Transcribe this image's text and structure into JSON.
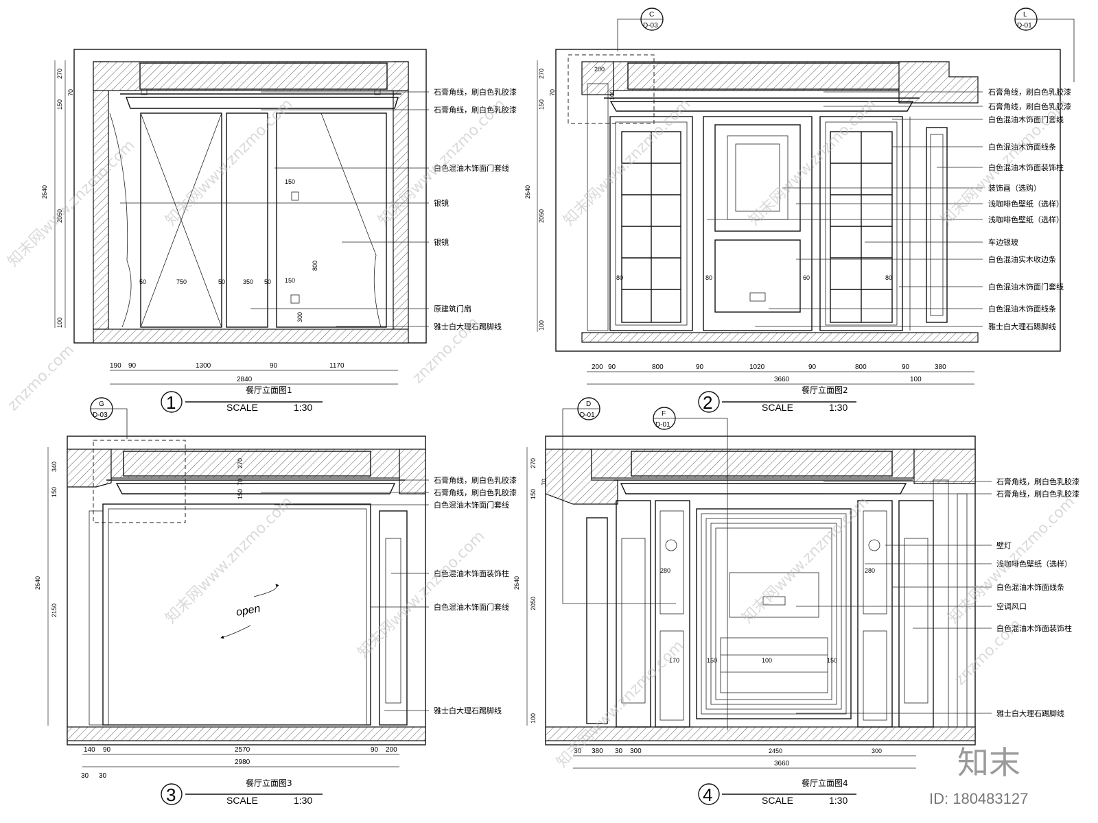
{
  "elevations": [
    {
      "number": "1",
      "title": "餐厅立面图1",
      "scale_word": "SCALE",
      "scale_value": "1:30",
      "h_dims": [
        "190",
        "90",
        "1300",
        "90",
        "1170"
      ],
      "total_width": "2840",
      "v_dims": [
        "270",
        "70",
        "150",
        "2050",
        "100"
      ],
      "v_total": "2640",
      "inner_dims": [
        "50",
        "750",
        "50",
        "350",
        "50",
        "150",
        "150",
        "300",
        "800"
      ],
      "notes": [
        "石膏角线，刷白色乳胶漆",
        "石膏角线，刷白色乳胶漆",
        "白色混油木饰面门套线",
        "银镜",
        "银镜",
        "原建筑门扇",
        "雅士白大理石踢脚线"
      ]
    },
    {
      "number": "2",
      "title": "餐厅立面图2",
      "scale_word": "SCALE",
      "scale_value": "1:30",
      "h_dims": [
        "200",
        "90",
        "800",
        "90",
        "1020",
        "90",
        "800",
        "90",
        "380"
      ],
      "total_width": "3660",
      "extra_dim": "100",
      "v_dims": [
        "270",
        "70",
        "150",
        "2050",
        "100"
      ],
      "v_total": "2640",
      "inner_dims": [
        "200",
        "100",
        "80",
        "80",
        "60",
        "80"
      ],
      "callouts": [
        {
          "letter": "C",
          "sheet": "D-03"
        },
        {
          "letter": "L",
          "sheet": "D-01"
        }
      ],
      "notes": [
        "石膏角线，刷白色乳胶漆",
        "石膏角线，刷白色乳胶漆",
        "白色混油木饰面门套线",
        "白色混油木饰面线条",
        "白色混油木饰面装饰柱",
        "装饰画（选购）",
        "浅咖啡色壁纸（选样）",
        "浅咖啡色壁纸（选样）",
        "车边银玻",
        "白色混油实木收边条",
        "白色混油木饰面门套线",
        "白色混油木饰面线条",
        "雅士白大理石踢脚线"
      ]
    },
    {
      "number": "3",
      "title": "餐厅立面图3",
      "scale_word": "SCALE",
      "scale_value": "1:30",
      "h_dims": [
        "140",
        "90",
        "2570",
        "90",
        "200"
      ],
      "h_dims_low": [
        "30",
        "30"
      ],
      "total_width": "2980",
      "v_dims": [
        "340",
        "150",
        "2150"
      ],
      "v_total": "2640",
      "inner_dims": [
        "270",
        "70",
        "150"
      ],
      "open_label": "open",
      "callouts": [
        {
          "letter": "G",
          "sheet": "D-03"
        }
      ],
      "notes": [
        "石膏角线，刷白色乳胶漆",
        "石膏角线，刷白色乳胶漆",
        "白色混油木饰面门套线",
        "白色混油木饰面装饰柱",
        "白色混油木饰面门套线",
        "雅士白大理石踢脚线"
      ]
    },
    {
      "number": "4",
      "title": "餐厅立面图4",
      "scale_word": "SCALE",
      "scale_value": "1:30",
      "h_dims": [
        "30",
        "380",
        "30",
        "300",
        "2450",
        "300"
      ],
      "total_width": "3660",
      "v_dims": [
        "270",
        "70",
        "150",
        "2050",
        "100"
      ],
      "v_total": "2640",
      "inner_dims": [
        "280",
        "280",
        "150",
        "150",
        "170",
        "100"
      ],
      "callouts": [
        {
          "letter": "D",
          "sheet": "D-01"
        },
        {
          "letter": "F",
          "sheet": "D-01"
        }
      ],
      "notes": [
        "石膏角线，刷白色乳胶漆",
        "石膏角线，刷白色乳胶漆",
        "壁灯",
        "浅咖啡色壁纸（选样）",
        "白色混油木饰面线条",
        "空调风口",
        "白色混油木饰面装饰柱",
        "雅士白大理石踢脚线"
      ]
    }
  ],
  "watermark": {
    "text": "知末网www.znzmo.com",
    "text_short": "znzmo.com",
    "brand": "知末",
    "image_id": "ID: 180483127"
  }
}
